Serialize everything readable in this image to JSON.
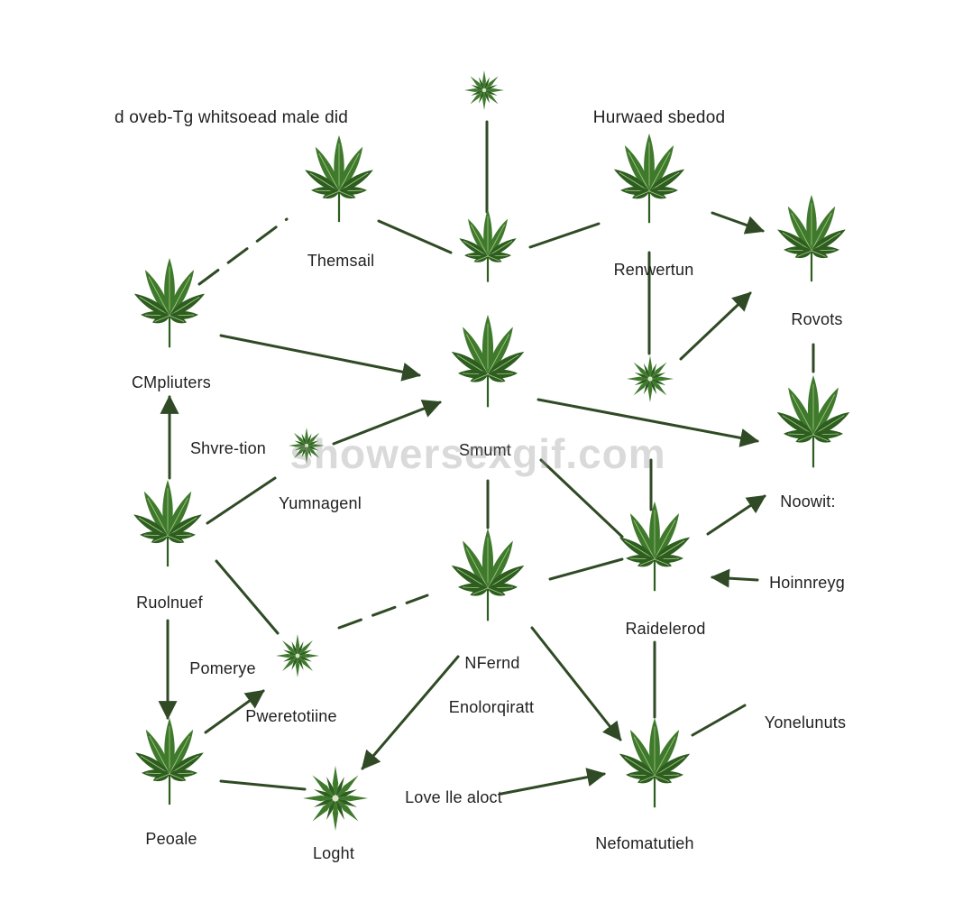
{
  "titles": {
    "left": "d oveb-Tg whitsoead male did",
    "right": "Hurwaed sbedod"
  },
  "labels": {
    "themsail": "Themsail",
    "renwertun": "Renwertun",
    "rovots": "Rovots",
    "cmpliuters": "CMpliuters",
    "shvre_tion": "Shvre-tion",
    "smumt": "Smumt",
    "yumnagen": "Yumnagenl",
    "noowit": "Noowit:",
    "ruolnuef": "Ruolnuef",
    "hoinnreyg": "Hoinnreyg",
    "raidelerod": "Raidelerod",
    "pomerye": "Pomerye",
    "nfernd": "NFernd",
    "pweretotiine": "Pweretotiine",
    "enolorqiratt": "Enolorqiratt",
    "yonelunuts": "Yonelunuts",
    "love_lle_aloct": "Love lle aloct",
    "peoale": "Peoale",
    "loght": "Loght",
    "nefomatutieh": "Nefomatutieh"
  },
  "watermark": "showersexgif.com",
  "colors": {
    "leaf": "#3f7a2c",
    "leaf_dark": "#2d5e1f",
    "leaf_vein": "#a9c98a",
    "edge": "#2f4a24"
  }
}
